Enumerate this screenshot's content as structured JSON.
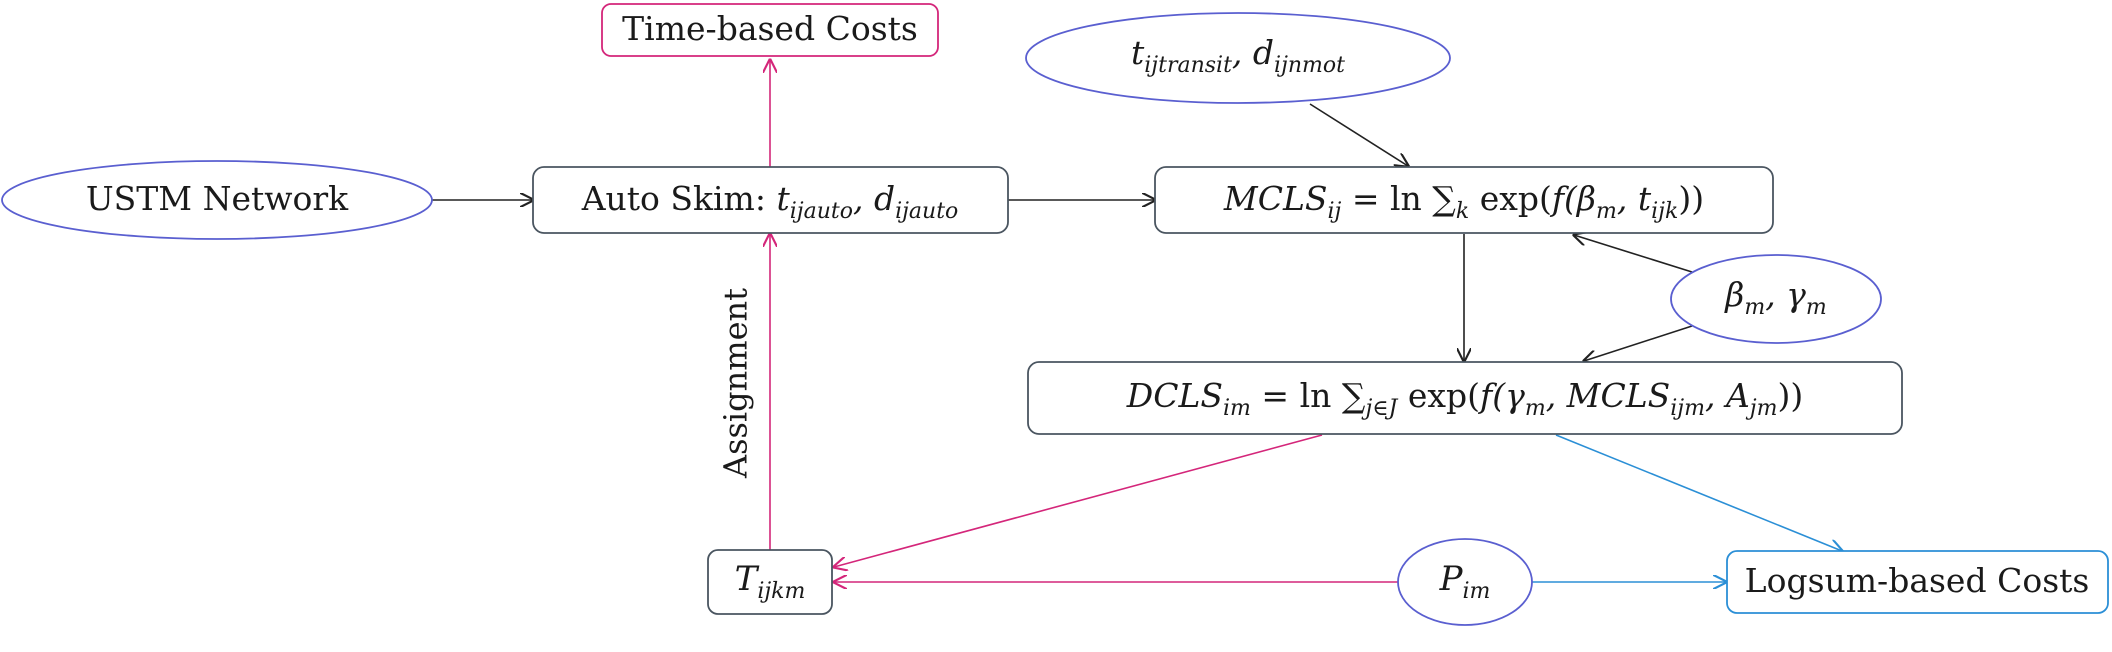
{
  "colors": {
    "black": "#222222",
    "magenta": "#d4267a",
    "blue": "#2b8fd6",
    "violet": "#5a5fd0",
    "slate": "#4a5560"
  },
  "nodes": {
    "time_costs": "Time-based Costs",
    "ustm": "USTM Network",
    "auto_skim_prefix": "Auto Skim:",
    "mcls": {
      "lhs_main": "MCLS",
      "lhs_sub": "ij",
      "ln": "ln",
      "sum_sub": "k",
      "exp": "exp(",
      "f_open": "f(β",
      "beta_sub": "m",
      "t": ", t",
      "t_sub": "ijk",
      "close": "))"
    },
    "transit": {
      "t": "t",
      "t_sub": "ijtransit",
      "d": ", d",
      "d_sub": "ijnmot"
    },
    "auto": {
      "t": "t",
      "t_sub": "ijauto",
      "d": ", d",
      "d_sub": "ijauto"
    },
    "beta_gamma": {
      "beta": "β",
      "beta_sub": "m",
      "gamma": ", γ",
      "gamma_sub": "m"
    },
    "dcls": {
      "lhs_main": "DCLS",
      "lhs_sub": "im",
      "ln": "ln",
      "sum_sub": "j∈J",
      "exp": "exp(",
      "f_open": "f(γ",
      "gamma_sub": "m",
      "mid": ", MCLS",
      "mid_sub": "ijm",
      "a": ", A",
      "a_sub": "jm",
      "close": "))"
    },
    "tijkm": {
      "t": "T",
      "sub": "ijkm"
    },
    "pim": {
      "p": "P",
      "sub": "im"
    },
    "logsum_costs": "Logsum-based Costs"
  },
  "edge_labels": {
    "assignment": "Assignment"
  }
}
